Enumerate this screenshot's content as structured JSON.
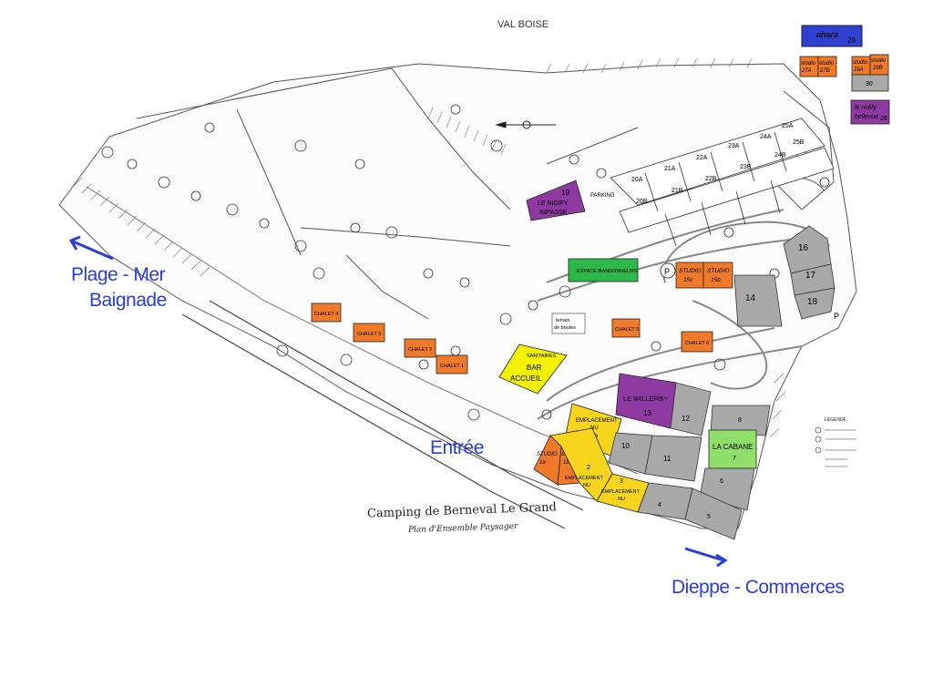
{
  "header": {
    "title": "VAL BOISE"
  },
  "plan": {
    "title": "Camping de Berneval Le Grand",
    "subtitle": "Plan d'Ensemble Paysager"
  },
  "directions": {
    "beach_line1": "Plage - Mer",
    "beach_line2": "Baignade",
    "entrance": "Entrée",
    "dieppe": "Dieppe - Commerces"
  },
  "labels": {
    "parking": "PARKING",
    "espace": "ESPACE RANDONNEURS",
    "terrain": "terrain",
    "boules": "de boules",
    "sanitaires": "SANITAIRES",
    "bar": "BAR",
    "accueil": "ACCUEIL",
    "legende": "LEGENDE",
    "p1": "P",
    "p2": "P"
  },
  "colors": {
    "orange": "#f07a2a",
    "yellow": "#f7d51d",
    "sanitaires": "#f5f200",
    "purple": "#8e3aa2",
    "blue": "#2f3fd0",
    "green": "#2fb84a",
    "lightgreen": "#8fe06a",
    "gray": "#a9a9a9",
    "arrow": "#2a3fcf"
  },
  "units": {
    "u28": {
      "name": "ahara",
      "num": "28"
    },
    "u27a": {
      "l1": "studio",
      "l2": "27A"
    },
    "u27b": {
      "l1": "studio",
      "l2": "27B"
    },
    "u29a": {
      "l1": "studio",
      "l2": "29A"
    },
    "u29b": {
      "l1": "studio",
      "l2": "29B"
    },
    "u30": "30",
    "u26": {
      "l1": "le nidify",
      "l2": "bellevue",
      "num": "26"
    },
    "u19": {
      "num": "19",
      "l1": "LE NIDIFY",
      "l2": "IMPASSE"
    },
    "s15c": {
      "l1": "STUDIO",
      "l2": "15c"
    },
    "s15b": {
      "l1": "STUDIO",
      "l2": "15b"
    },
    "u14": "14",
    "u16": "16",
    "u17": "17",
    "u18": "18",
    "c4": "CHALET 4",
    "c3": "CHALET 3",
    "c2": "CHALET 2",
    "c1": "CHALET 1",
    "c5": "CHALET 5",
    "c6": "CHALET 6",
    "willerby": {
      "name": "LE WILLERBY",
      "num": "13"
    },
    "u12": "12",
    "u10": "10",
    "u11": "11",
    "u8": "8",
    "cabane": {
      "name": "LA CABANE",
      "num": "7"
    },
    "u6": "6",
    "u4": "4",
    "u5": "5",
    "e9": {
      "l1": "EMPLACEMENT",
      "l2": "NU",
      "num": "9"
    },
    "e2": {
      "num": "2",
      "l1": "EMPLACEMENT",
      "l2": "NU"
    },
    "e3": {
      "num": "3",
      "l1": "EMPLACEMENT",
      "l2": "NU"
    },
    "s1a": {
      "l1": "STUDIO",
      "l2": "1a"
    },
    "s1b": {
      "l1": "STUDIO",
      "l2": "1b"
    }
  },
  "pitches": [
    "20A",
    "21A",
    "22A",
    "23A",
    "24A",
    "25A",
    "20B",
    "21B",
    "22B",
    "23B",
    "24B",
    "25B"
  ]
}
